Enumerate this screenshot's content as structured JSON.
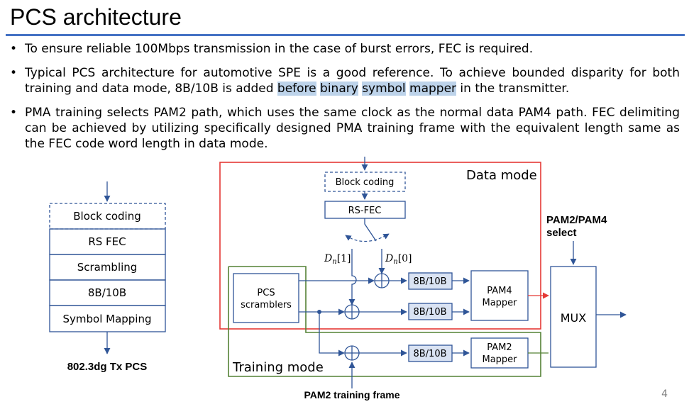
{
  "slide": {
    "title": "PCS architecture",
    "page_number": "4"
  },
  "bullets": {
    "b1": "To ensure reliable 100Mbps transmission in the case of burst errors, FEC is required.",
    "b2_part1": "Typical PCS architecture for automotive SPE is a good reference. To achieve bounded disparity for both training and data mode, 8B/10B is added ",
    "b2_hl1": "before",
    "b2_hl2": "binary",
    "b2_hl3": "symbol",
    "b2_hl4": "mapper",
    "b2_part2": " in the transmitter.",
    "b3": "PMA training selects PAM2 path, which uses the same clock as the normal data PAM4 path. FEC delimiting can be achieved by utilizing specifically designed PMA training frame with the equivalent length same as the FEC code word length in data mode."
  },
  "left_stack": {
    "blocks": [
      "Block coding",
      "RS FEC",
      "Scrambling",
      "8B/10B",
      "Symbol Mapping"
    ],
    "caption": "802.3dg Tx PCS"
  },
  "right_diagram": {
    "data_mode_label": "Data mode",
    "training_mode_label": "Training  mode",
    "block_coding": "Block coding",
    "rs_fec": "RS-FEC",
    "dn1": "D",
    "dn1_sub": "n",
    "dn1_idx": "[1]",
    "dn0": "D",
    "dn0_sub": "n",
    "dn0_idx": "[0]",
    "pcs_scramblers_line1": "PCS",
    "pcs_scramblers_line2": "scramblers",
    "enc_labels": [
      "8B/10B",
      "8B/10B",
      "8B/10B"
    ],
    "pam4_line1": "PAM4",
    "pam4_line2": "Mapper",
    "pam2_line1": "PAM2",
    "pam2_line2": "Mapper",
    "mux": "MUX",
    "select_line1": "PAM2/PAM4",
    "select_line2": "select",
    "training_frame": "PAM2 training frame"
  },
  "colors": {
    "accent_rule": "#4472c4",
    "box_stroke": "#2f5597",
    "encoder_fill": "#dae3f3",
    "data_mode_box": "#e53935",
    "training_mode_box": "#548235",
    "highlight": "#bdd3ea"
  }
}
